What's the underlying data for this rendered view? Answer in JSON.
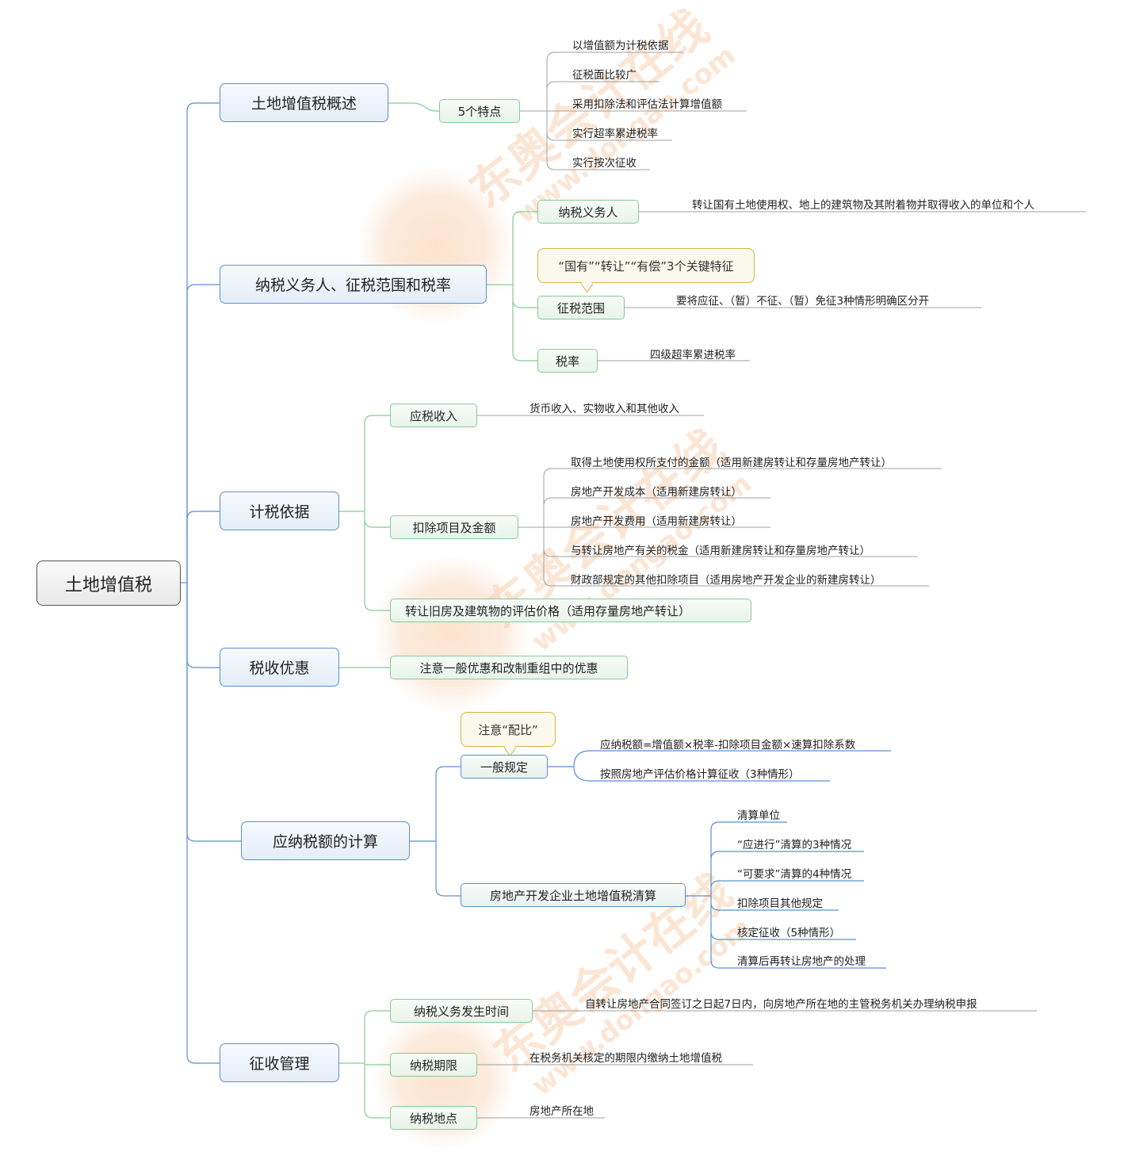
{
  "watermark": {
    "brand": "东奥会计在线",
    "url": "www.dongao.com"
  },
  "root": "土地增值税",
  "topics": {
    "overview": {
      "label": "土地增值税概述",
      "features": {
        "label": "5个特点",
        "items": [
          "以增值额为计税依据",
          "征税面比较广",
          "采用扣除法和评估法计算增值额",
          "实行超率累进税率",
          "实行按次征收"
        ]
      }
    },
    "scope": {
      "label": "纳税义务人、征税范围和税率",
      "taxpayer": {
        "label": "纳税义务人",
        "detail": "转让国有土地使用权、地上的建筑物及其附着物并取得收入的单位和个人"
      },
      "callout": "“国有”“转让”“有偿”3个关键特征",
      "range": {
        "label": "征税范围",
        "detail": "要将应征、（暂）不征、（暂）免征3种情形明确区分开"
      },
      "rate": {
        "label": "税率",
        "detail": "四级超率累进税率"
      }
    },
    "basis": {
      "label": "计税依据",
      "income": {
        "label": "应税收入",
        "detail": "货币收入、实物收入和其他收入"
      },
      "deductions": {
        "label": "扣除项目及金额",
        "items": [
          "取得土地使用权所支付的金额（适用新建房转让和存量房地产转让）",
          "房地产开发成本（适用新建房转让）",
          "房地产开发费用（适用新建房转让）",
          "与转让房地产有关的税金（适用新建房转让和存量房地产转让）",
          "财政部规定的其他扣除项目（适用房地产开发企业的新建房转让）"
        ]
      },
      "old_house": "转让旧房及建筑物的评估价格（适用存量房地产转让）"
    },
    "preferential": {
      "label": "税收优惠",
      "note": "注意一般优惠和改制重组中的优惠"
    },
    "calc": {
      "label": "应纳税额的计算",
      "callout": "注意“配比”",
      "general": {
        "label": "一般规定",
        "items": [
          "应纳税额=增值额×税率-扣除项目金额×速算扣除系数",
          "按照房地产评估价格计算征收（3种情形）"
        ]
      },
      "settlement": {
        "label": "房地产开发企业土地增值税清算",
        "items": [
          "清算单位",
          "“应进行”清算的3种情况",
          "“可要求”清算的4种情况",
          "扣除项目其他规定",
          "核定征收（5种情形）",
          "清算后再转让房地产的处理"
        ]
      }
    },
    "admin": {
      "label": "征收管理",
      "time": {
        "label": "纳税义务发生时间",
        "detail": "自转让房地产合同签订之日起7日内，向房地产所在地的主管税务机关办理纳税申报"
      },
      "period": {
        "label": "纳税期限",
        "detail": "在税务机关核定的期限内缴纳土地增值税"
      },
      "place": {
        "label": "纳税地点",
        "detail": "房地产所在地"
      }
    }
  },
  "colors": {
    "topic_border": "#5b8fd0",
    "sub_border": "#86cc95",
    "callout_border": "#d6b34a",
    "watermark": "#f6b98a"
  }
}
